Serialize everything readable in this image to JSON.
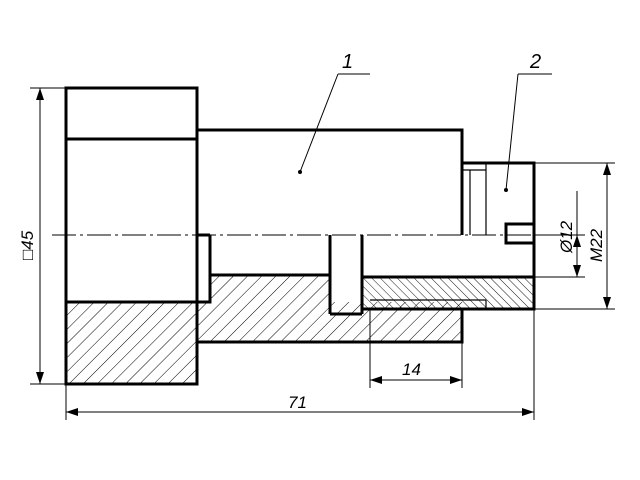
{
  "callouts": {
    "part1": "1",
    "part2": "2"
  },
  "dimensions": {
    "square_size": "□45",
    "bore_diameter": "Ø12",
    "thread": "M22",
    "recess_length": "14",
    "overall_length": "71"
  }
}
